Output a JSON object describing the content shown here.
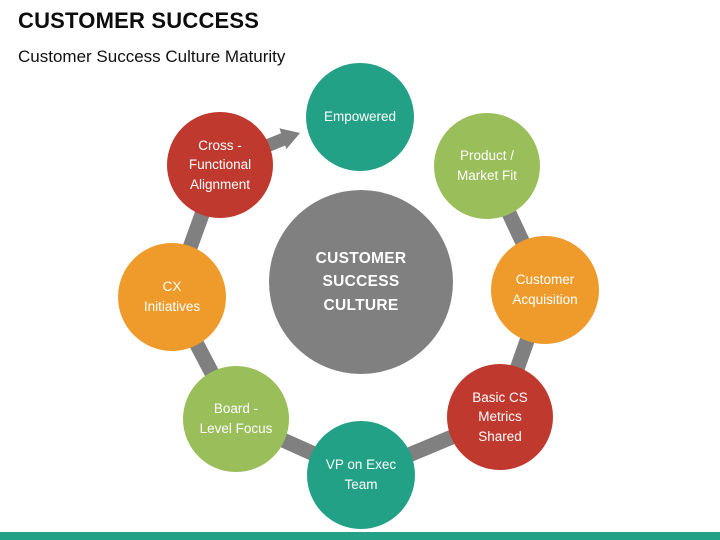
{
  "slide": {
    "title": "CUSTOMER SUCCESS",
    "subtitle": "Customer Success Culture Maturity"
  },
  "diagram": {
    "center": {
      "label": "CUSTOMER\nSUCCESS\nCULTURE",
      "color": "#808080",
      "text_color": "#ffffff"
    },
    "nodes": [
      {
        "id": "empowered",
        "label": "Empowered",
        "color": "#23A186",
        "position": "top"
      },
      {
        "id": "product-market-fit",
        "label": "Product /\nMarket Fit",
        "color": "#9ABE5A",
        "position": "top-right"
      },
      {
        "id": "customer-acquisition",
        "label": "Customer\nAcquisition",
        "color": "#EE9B2B",
        "position": "right"
      },
      {
        "id": "basic-cs-metrics-shared",
        "label": "Basic CS\nMetrics\nShared",
        "color": "#C0392F",
        "position": "bottom-right"
      },
      {
        "id": "vp-on-exec-team",
        "label": "VP on Exec\nTeam",
        "color": "#23A186",
        "position": "bottom"
      },
      {
        "id": "board-level-focus",
        "label": "Board -\nLevel Focus",
        "color": "#9ABE5A",
        "position": "bottom-left"
      },
      {
        "id": "cx-initiatives",
        "label": "CX\nInitiatives",
        "color": "#EE9B2B",
        "position": "left"
      },
      {
        "id": "cross-functional-alignment",
        "label": "Cross -\nFunctional\nAlignment",
        "color": "#C0392F",
        "position": "top-left"
      }
    ],
    "connector_color": "#808080",
    "arrow": "cross-functional-alignment to empowered (clockwise flow)"
  },
  "footer": {
    "bar_color": "#23A186"
  }
}
